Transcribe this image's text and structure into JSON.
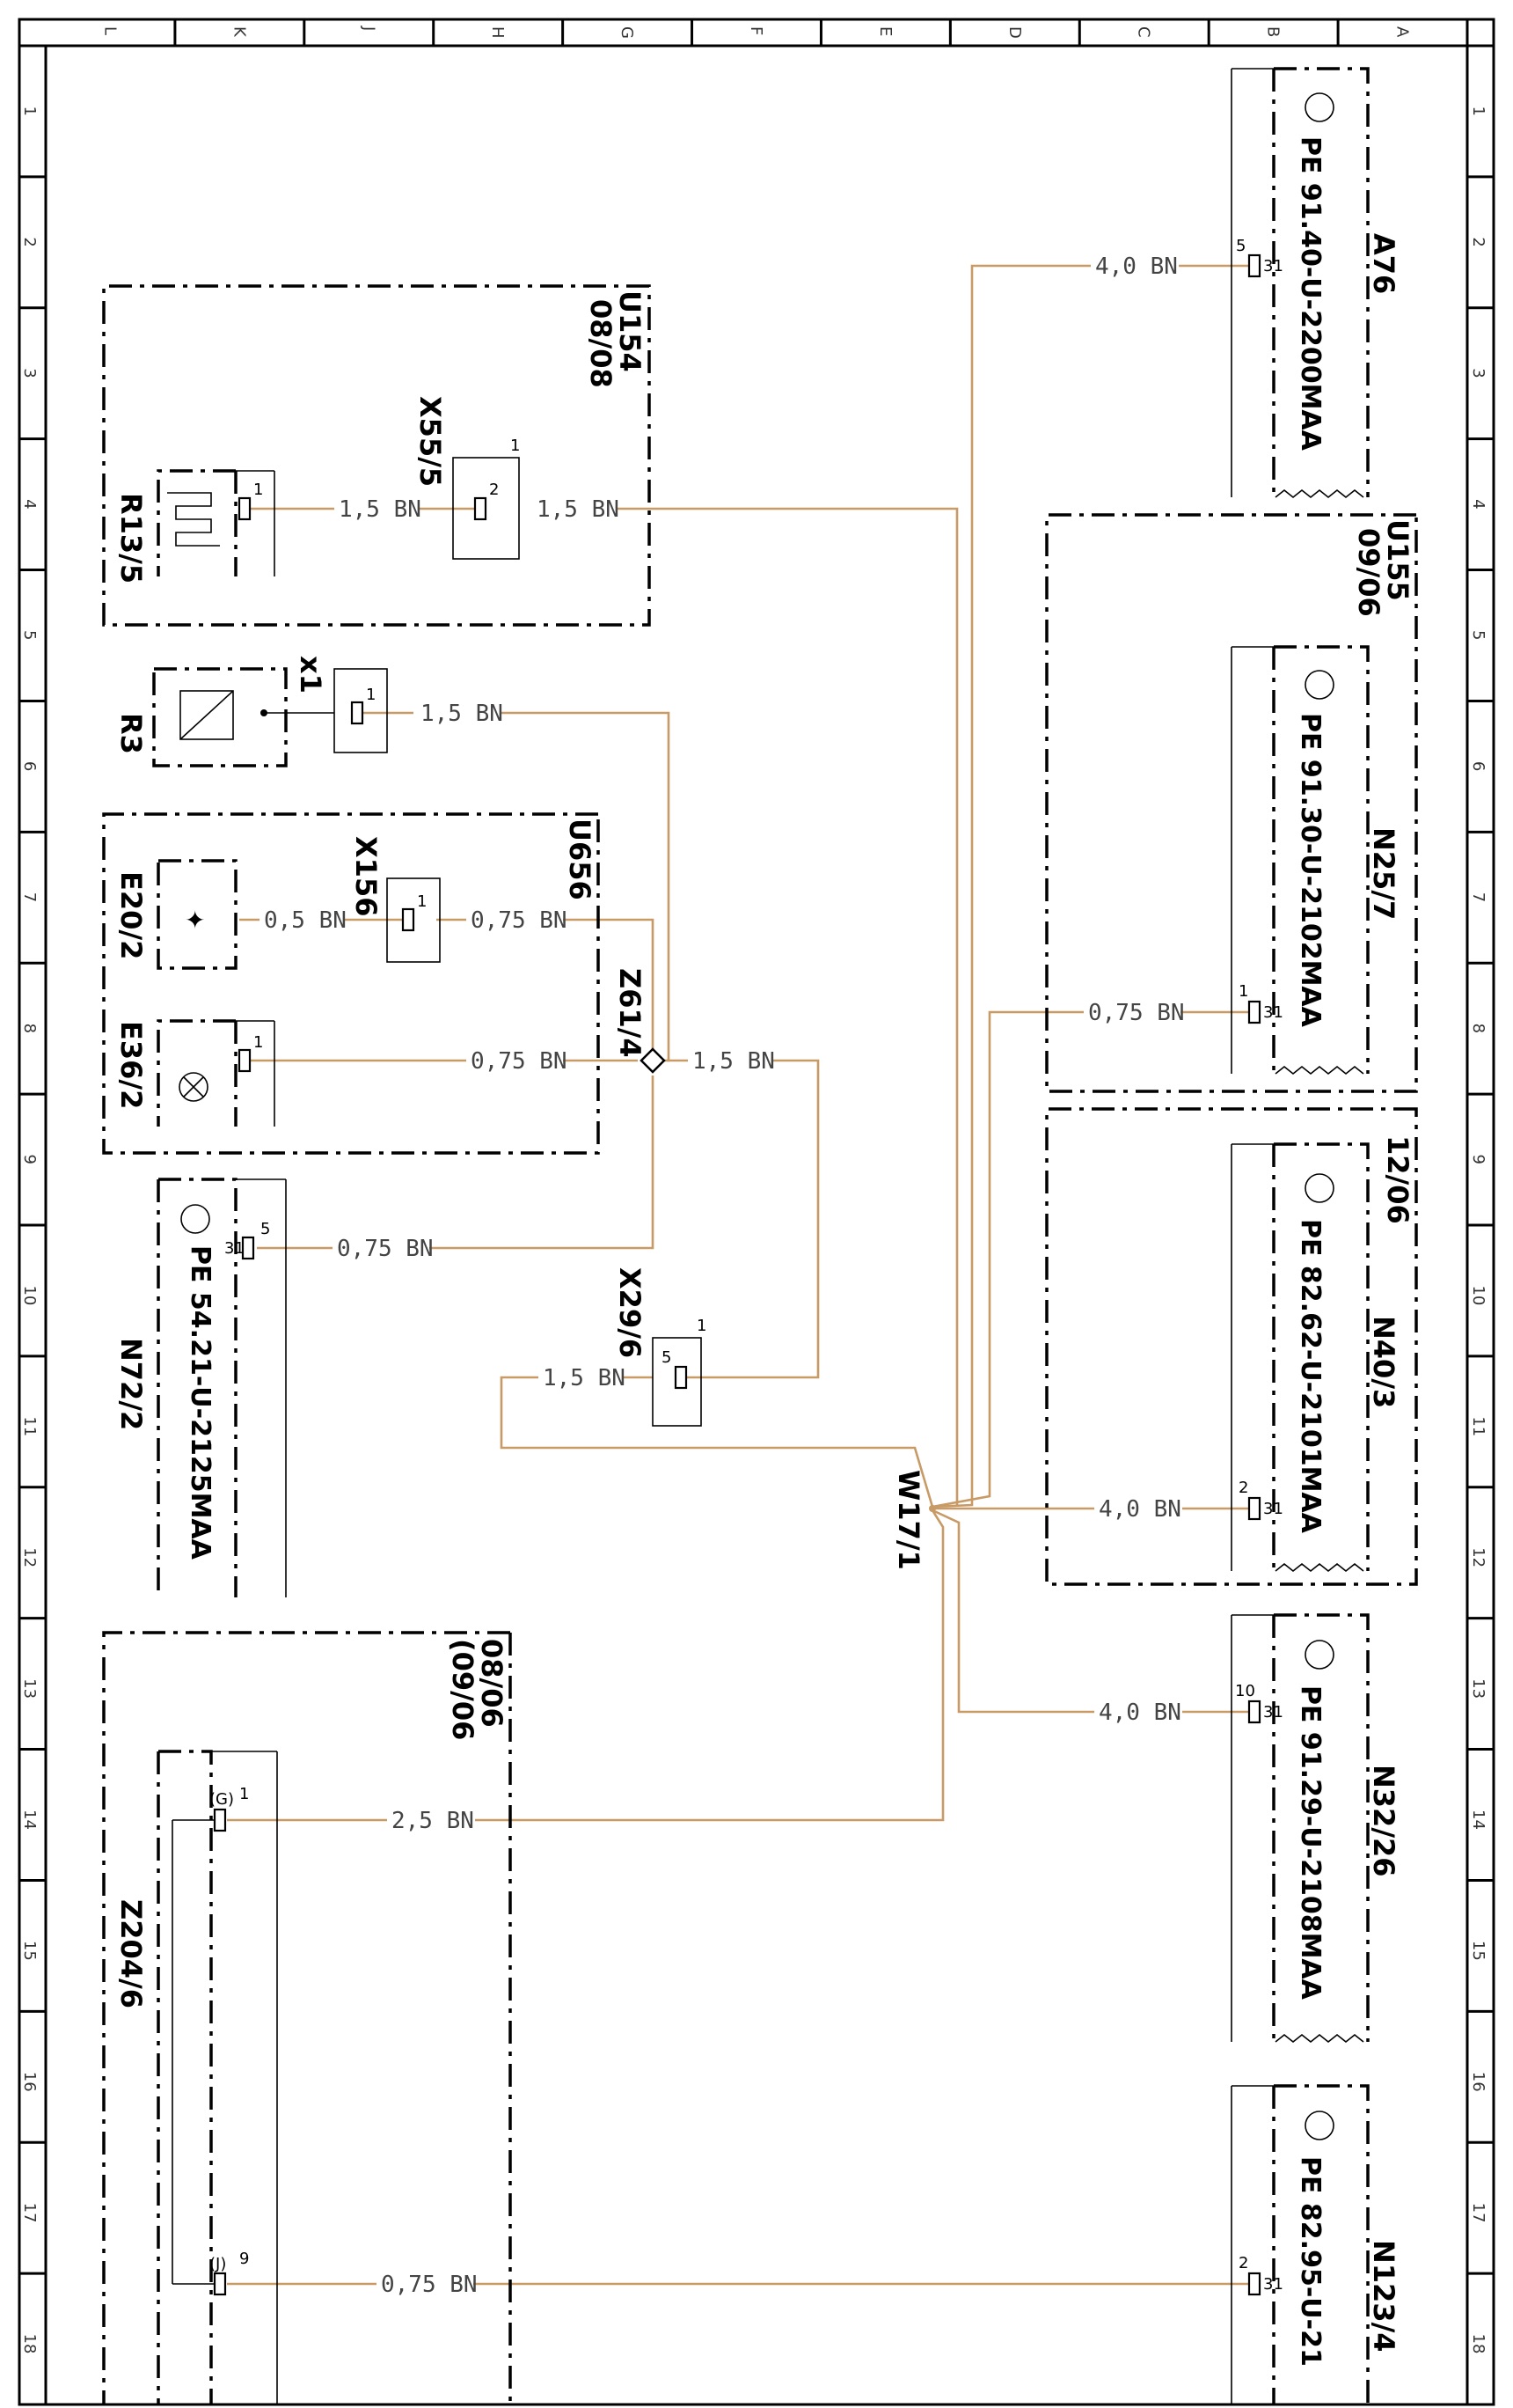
{
  "grid": {
    "columns": [
      "L",
      "K",
      "J",
      "H",
      "G",
      "F",
      "E",
      "D",
      "C",
      "B",
      "A"
    ],
    "rows": [
      "1",
      "2",
      "3",
      "4",
      "5",
      "6",
      "7",
      "8",
      "9",
      "10",
      "11",
      "12",
      "13",
      "14",
      "15",
      "16",
      "17",
      "18"
    ]
  },
  "components": {
    "A76": "A76",
    "A76_pe": "PE 91.40-U-2200MAA",
    "N25_7": "N25/7",
    "N25_7_pe": "PE 91.30-U-2102MAA",
    "N40_3": "N40/3",
    "N40_3_pe": "PE 82.62-U-2101MAA",
    "N32_26": "N32/26",
    "N32_26_pe": "PE 91.29-U-2108MAA",
    "N123_4": "N123/4",
    "N123_4_pe": "PE 82.95-U-21",
    "N72_2": "N72/2",
    "N72_2_pe": "PE 54.21-U-2125MAA",
    "U154": "U154",
    "U154_range": "08/08",
    "U155": "U155",
    "U155_range": "09/06",
    "U656": "U656",
    "range_1206": "12/06",
    "Z204_6": "Z204/6",
    "Z204_6_range_a": "08/06",
    "Z204_6_range_b": "(09/06",
    "R13_5": "R13/5",
    "X55_5": "X55/5",
    "R3": "R3",
    "x1": "x1",
    "E20_2": "E20/2",
    "E36_2": "E36/2",
    "X156": "X156",
    "Z61_4": "Z61/4",
    "X29_6": "X29/6",
    "W17_1": "W17/1"
  },
  "wires": {
    "w_a76": "4,0 BN",
    "w_u154_right": "1,5 BN",
    "w_u154_left": "1,5 BN",
    "w_r3": "1,5 BN",
    "w_e20_left": "0,5 BN",
    "w_e20_right": "0,75 BN",
    "w_e36": "0,75 BN",
    "w_z61_right": "1,5 BN",
    "w_n72": "0,75 BN",
    "w_x29": "1,5 BN",
    "w_n25": "0,75 BN",
    "w_n40": "4,0 BN",
    "w_n32": "4,0 BN",
    "w_z204_g": "2,5 BN",
    "w_z204_j": "0,75 BN"
  },
  "pins": {
    "p31": "31",
    "p5": "5",
    "p1": "1",
    "p2": "2",
    "p10": "10",
    "p9": "9",
    "pG": "(G)",
    "pJ": "(J)"
  },
  "colors": {
    "wire": "#c79a66",
    "line": "#000000"
  }
}
